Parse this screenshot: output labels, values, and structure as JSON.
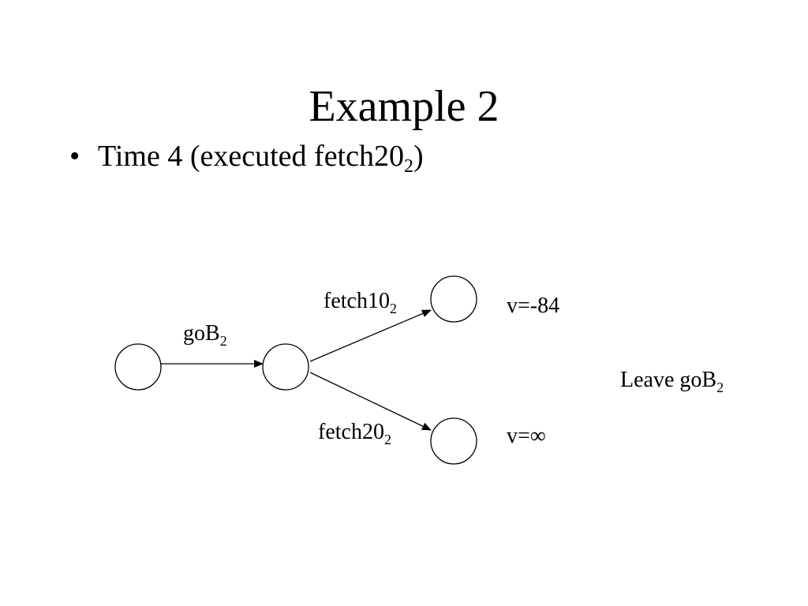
{
  "slide": {
    "title": "Example 2",
    "bullet": {
      "marker": "•",
      "text": "Time 4 (executed fetch20",
      "subscript": "2",
      "suffix": ")"
    }
  },
  "diagram": {
    "edges": [
      {
        "label": "goB",
        "subscript": "2"
      },
      {
        "label": "fetch10",
        "subscript": "2"
      },
      {
        "label": "fetch20",
        "subscript": "2"
      }
    ],
    "values": {
      "upper": "v=-84",
      "lower": "v=∞"
    },
    "note": {
      "text": "Leave goB",
      "subscript": "2"
    }
  }
}
